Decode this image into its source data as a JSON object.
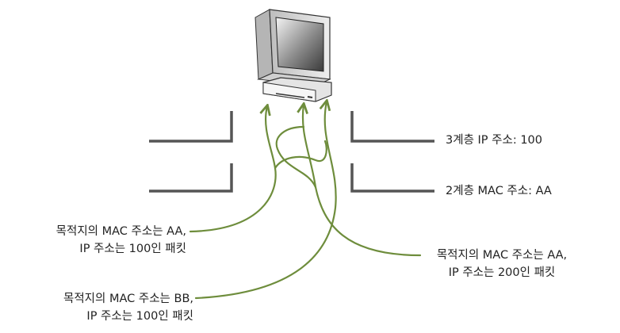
{
  "layer_labels": {
    "l3": "3계층 IP 주소: 100",
    "l2": "2계층 MAC 주소: AA"
  },
  "packets": {
    "a": {
      "line1": "목적지의 MAC 주소는 AA,",
      "line2": "IP 주소는 100인 패킷"
    },
    "b": {
      "line1": "목적지의 MAC 주소는 BB,",
      "line2": "IP 주소는 100인 패킷"
    },
    "c": {
      "line1": "목적지의 MAC 주소는 AA,",
      "line2": "IP 주소는 200인 패킷"
    }
  },
  "colors": {
    "arrow": "#6e8d3c",
    "wall": "#555555"
  }
}
